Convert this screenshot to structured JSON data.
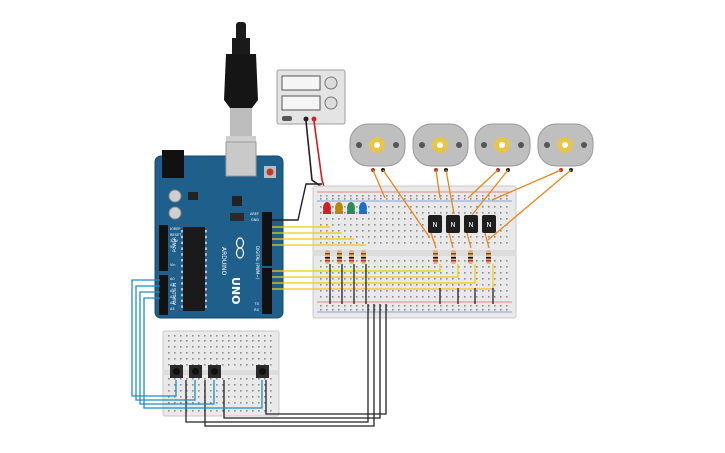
{
  "app": {
    "view": "circuit-schematic"
  },
  "arduino": {
    "brand": "ARDUINO",
    "model": "UNO",
    "power_label": "POWER",
    "analog_label": "ANALOG IN",
    "digital_label": "DIGITAL (PWM~)",
    "labels": {
      "aref": "AREF",
      "gnd": "GND",
      "tx": "TX",
      "rx": "RX",
      "ioref": "IOREF",
      "reset": "RESET",
      "v33": "3.3V",
      "v5": "5V",
      "vin": "Vin",
      "a0": "A0",
      "a1": "A1",
      "a2": "A2",
      "a3": "A3",
      "a4": "A4",
      "a5": "A5"
    },
    "board_color": "#1f5f8b"
  },
  "power_supply": {
    "display_top": "",
    "display_bottom": ""
  },
  "components": {
    "motors_count": 4,
    "transistors": [
      "N",
      "N",
      "N",
      "N"
    ],
    "led_colors": [
      "#cc2222",
      "#b8860b",
      "#2e8b57",
      "#1e6fbf"
    ]
  },
  "wire_colors": {
    "signal": "#f2cc0c",
    "motor": "#e8881c",
    "gnd": "#222222",
    "power": "#cc1f1f",
    "button": "#1f8fbf"
  }
}
